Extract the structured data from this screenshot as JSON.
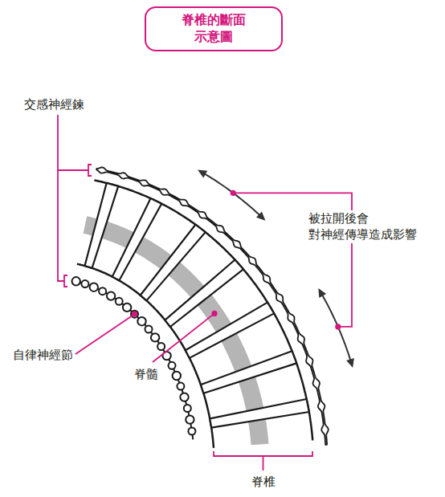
{
  "diagram": {
    "title": "脊椎的斷面 示意圖",
    "labels": [
      "交感神經鍊",
      "被拉開後會 對神經傳導造成影響",
      "自律神經節",
      "脊髓",
      "脊椎"
    ]
  }
}
